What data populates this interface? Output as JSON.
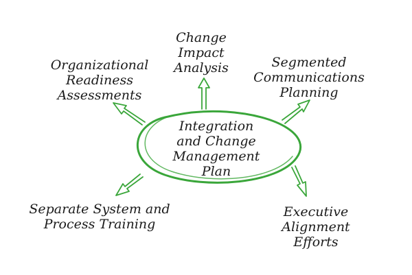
{
  "accent_color": "#3aa63a",
  "center": {
    "lines": [
      "Integration",
      "and Change",
      "Management",
      "Plan"
    ]
  },
  "nodes": {
    "change_impact": {
      "lines": [
        "Change",
        "Impact",
        "Analysis"
      ]
    },
    "org_readiness": {
      "lines": [
        "Organizational",
        "Readiness",
        "Assessments"
      ]
    },
    "segmented_comms": {
      "lines": [
        "Segmented",
        "Communications",
        "Planning"
      ]
    },
    "separate_training": {
      "lines": [
        "Separate System and",
        "Process Training"
      ]
    },
    "executive_alignment": {
      "lines": [
        "Executive",
        "Alignment",
        "Efforts"
      ]
    }
  }
}
